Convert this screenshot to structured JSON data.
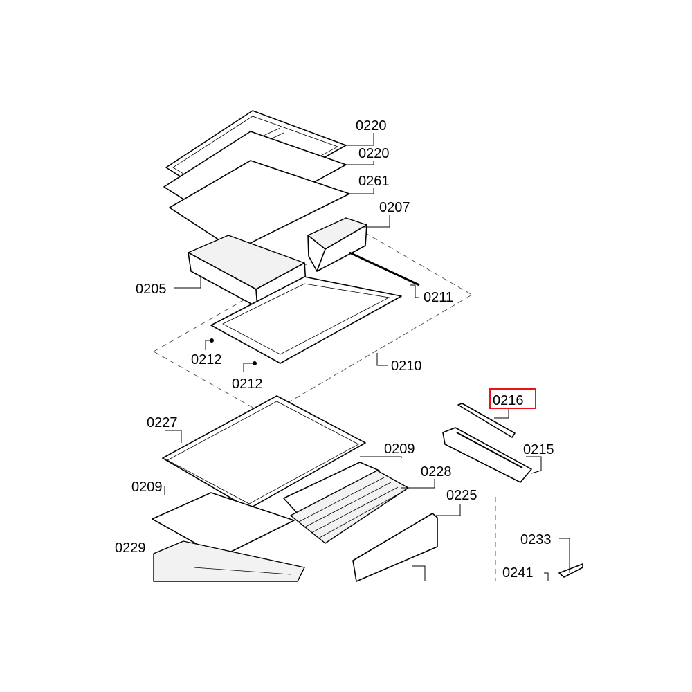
{
  "diagram": {
    "title": "Exploded parts view - refrigerator shelves and drawers",
    "highlight_color": "#e8131b",
    "labels": {
      "p0220a": "0220",
      "p0220b": "0220",
      "p0261": "0261",
      "p0207": "0207",
      "p0205": "0205",
      "p0211": "0211",
      "p0212a": "0212",
      "p0212b": "0212",
      "p0210": "0210",
      "p0216": "0216",
      "p0227": "0227",
      "p0209a": "0209",
      "p0215": "0215",
      "p0228": "0228",
      "p0209b": "0209",
      "p0225": "0225",
      "p0229": "0229",
      "p0233": "0233",
      "p0241": "0241"
    },
    "highlighted_part": "0216"
  }
}
